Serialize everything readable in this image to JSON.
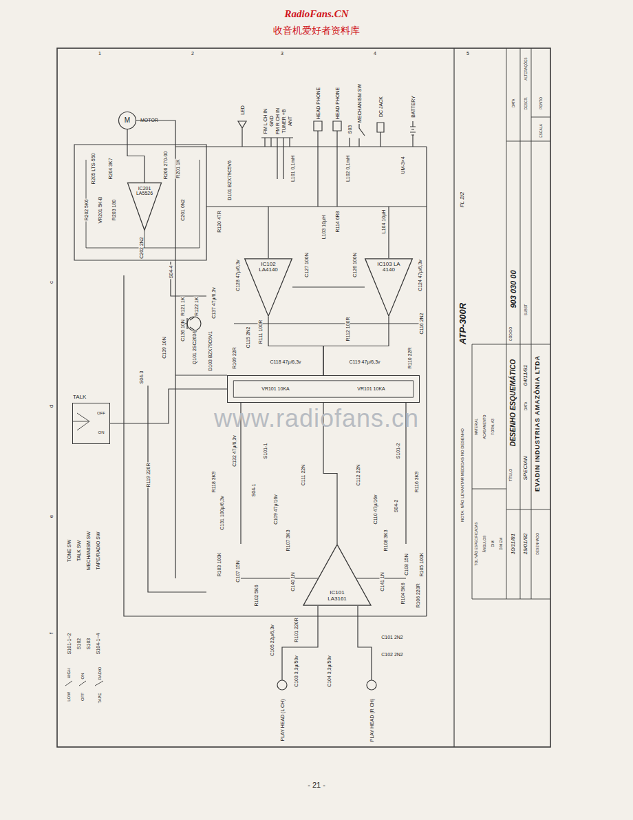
{
  "diagram": {
    "nodes": [
      {
        "text": [
          "MOTOR",
          "M"
        ]
      },
      {
        "text": [
          "IC201 LA5526"
        ]
      },
      {
        "text": [
          "TALK"
        ]
      },
      {
        "text": [
          "IC102 LA4140"
        ]
      },
      {
        "text": [
          "IC103 LA 4140"
        ]
      },
      {
        "text": [
          "VR101 10KA",
          "VR101 10KA"
        ]
      },
      {
        "text": [
          "IC101 LA3161"
        ]
      }
    ],
    "edges": [
      {
        "from": 1,
        "to": 0,
        "arrow": "none"
      },
      {
        "from": 6,
        "to": 5,
        "arrow": "none"
      },
      {
        "from": 5,
        "to": 3,
        "arrow": "none"
      },
      {
        "from": 5,
        "to": 4,
        "arrow": "none"
      },
      {
        "from": 2,
        "to": 5,
        "arrow": "none"
      }
    ],
    "labels": [
      "RadioFans.CN",
      "收音机爱好者资料库",
      "www.radiofans.cn",
      "- 21 -",
      "1",
      "2",
      "3",
      "4",
      "5",
      "c",
      "d",
      "e",
      "f",
      "LED",
      "FM L CH IN",
      "GND",
      "FM R CH IN",
      "TUNER +B",
      "ANT",
      "HEAD PHONE",
      "HEAD PHONE",
      "MECHANISM SW",
      "DC JACK",
      "BATTERY",
      "S03",
      "UM-3×4",
      "L101 0,1mH",
      "L102 0,1mH",
      "D101 BZX79C5V6",
      "R120 47R",
      "L103 10μH",
      "R114 6R8",
      "L104 10μH",
      "C127 100N",
      "C126 100N",
      "C128 47μ/6,3v",
      "C124 47μ/6,3v",
      "R111 100R",
      "R112 100R",
      "C118 47μ/6,3v",
      "C119 47μ/6,3v",
      "R109 22R",
      "R110 22R",
      "C115 2N2",
      "C116 2N2",
      "Q101 2SC2634",
      "D103 BZX79C6V1",
      "R121 1K",
      "R122 1K",
      "C137 47μ/6,3v",
      "C136 10N",
      "C139 10N",
      "S04-4",
      "S04-3",
      "R205 LTS-550",
      "R201 1K",
      "R206 270-00",
      "R204 3K7",
      "R203 180",
      "VR201 5K-B",
      "R202 5K6",
      "C202 2N2",
      "C201 0N2",
      "OFF",
      "ON",
      "S101-1",
      "S101-2",
      "R118 3K9",
      "R116 3K9",
      "C132 47μ/6,3v",
      "C111 22N",
      "C112 22N",
      "R119 220R",
      "C131 100μ/6,3v",
      "S04-1",
      "S04-2",
      "C109 47μ/16v",
      "C110 47μ/16v",
      "R107 3K3",
      "R108 3K3",
      "R103 100K",
      "C107 15N",
      "R102 5K6",
      "C140 1N",
      "C141 1N",
      "C108 15N",
      "R105 100K",
      "R104 5K6",
      "R106 220R",
      "R101 220R",
      "C105 22μ/6,3v",
      "C101 2N2",
      "C102 2N2",
      "C103 3,3μ/50v",
      "C104 3,3μ/50v",
      "PLAY HEAD (L CH)",
      "PLAY HEAD (R CH)",
      "S101-1~2",
      "TONE SW",
      "S102",
      "TALK SW",
      "S103",
      "MECHANISM SW",
      "S104-1~4",
      "TAPE/RADIO SW",
      "LOW",
      "HIGH",
      "OFF",
      "ON",
      "TAPE",
      "RADIO",
      "NOTA: NÃO LEVANTAR MEDIDAS NO DESENHO",
      "ATP-300R",
      "FL 2/2",
      "TOL NÃO ESPECIFICADAS",
      "MATERIAL",
      "ÂNGULOS",
      "ACABAMENTO",
      "DIM",
      "FORM. A3",
      "DIM EM",
      "10/11/81",
      "TÍTULO",
      "DESENHO ESQUEMÁTICO",
      "CÓDIGO",
      "903 030 00",
      "19/01/82",
      "SPECIAN",
      "DATA",
      "04/11/81",
      "SUBST",
      "DESENHADO",
      "EVADIN INDUSTRIAS AMAZÔNIA LTDA",
      "DATA",
      "DESCR.",
      "ALTERAÇÕES",
      "PONTO",
      "ESCALA"
    ]
  }
}
